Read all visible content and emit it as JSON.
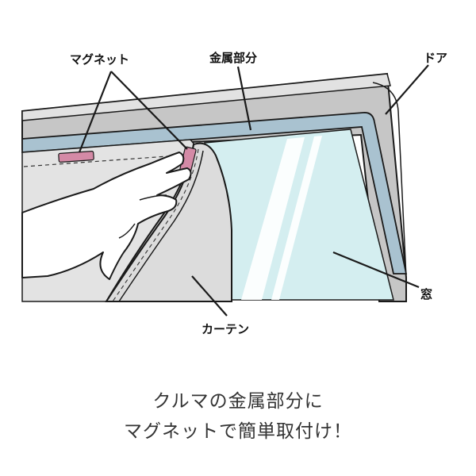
{
  "labels": {
    "magnet": "マグネット",
    "metal_part": "金属部分",
    "door": "ドア",
    "window": "窓",
    "curtain": "カーテン"
  },
  "caption": {
    "line1": "クルマの金属部分に",
    "line2": "マグネットで簡単取付け！"
  },
  "colors": {
    "door_frame": "#c6c6c6",
    "door_highlight": "#e2e2e2",
    "metal_strip": "#a9c2d0",
    "glass": "#d4eef0",
    "curtain": "#e3e3e3",
    "magnet": "#d48aa6",
    "outline": "#1a1a1a"
  },
  "icons": [
    "hand-illustration",
    "magnet-strip",
    "leader-line"
  ]
}
